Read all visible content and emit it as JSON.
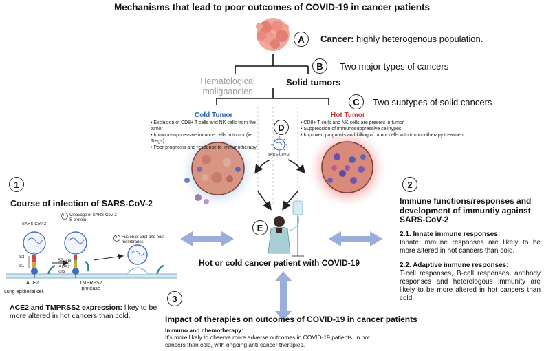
{
  "title": "Mechanisms that lead to poor outcomes of COVID-19 in cancer patients",
  "markers": {
    "A": "A",
    "B": "B",
    "C": "C",
    "D": "D",
    "E": "E",
    "one": "1",
    "two": "2",
    "three": "3"
  },
  "cancer": {
    "bold": "Cancer:",
    "text": "highly heterogenous population."
  },
  "types": {
    "text": "Two major types of cancers",
    "hematological": "Hematological malignancies",
    "solid": "Solid tumors"
  },
  "subtypes": {
    "text": "Two subtypes of solid cancers"
  },
  "cold": {
    "title": "Cold Tumor",
    "bullets": [
      "• Exclusion of CD8+ T cells and NK cells from the tumor",
      "• Immunosuppressive immune cells in tumor (ie. Tregs)",
      "• Poor prognosis and response to immunotherapy"
    ]
  },
  "hot": {
    "title": "Hot Tumor",
    "bullets": [
      "• CD8+ T cells and NK cells are present in tumor",
      "• Suppression of immunosuppressive cell types",
      "• Improved prognosis and killing of tumor cells with immunotherapy treatment"
    ]
  },
  "virus_label": "SARS-CoV-2",
  "infection": {
    "title": "Course of infection of SARS-CoV-2",
    "virus_label": "SARS-CoV-2",
    "step1": "Cleavage of SARS-CoV-2 S protein",
    "step2": "Fusion of viral and host membranes",
    "s2": "S2",
    "s1": "S1",
    "s2prime": "S2' site",
    "s1s2": "S1/S2' site",
    "ace2": "ACE2",
    "tmprss2": "TMPRSS2 protease",
    "lung": "Lung epithelial cell",
    "roman_i": "i",
    "roman_ii": "ii",
    "expr_bold": "ACE2 and TMPRSS2 expression:",
    "expr_text": " likey to be more altered in hot cancers than cold."
  },
  "immune": {
    "title": "Immune functions/responses and development of immuntiy against SARS-CoV-2",
    "innate_title": "2.1. Innate immune responses:",
    "innate_text": "Innate immune responses are likely to be more altered in hot cancers than cold.",
    "adaptive_title": "2.2. Adaptive immune responses:",
    "adaptive_text": "T-cell responses, B-cell responses, antibody responses and heterologous immunity are likely to be more altered in hot cancers than cold."
  },
  "patient_label": "Hot or cold cancer patient with COVID-19",
  "therapies": {
    "title": "Impact of therapies on outcomes of COVID-19 in cancer patients",
    "sub": "Immuno and chemotherapy:",
    "text": "It’s more likely to observe more adverse outcomes in COVID-19 patients, in hot cancers than cold, with ongoing anti-cancer therapies."
  },
  "colors": {
    "cold": "#2b63b0",
    "hot": "#c0392b",
    "arrow": "#a8b8d8",
    "tumor": "#d9907f"
  }
}
